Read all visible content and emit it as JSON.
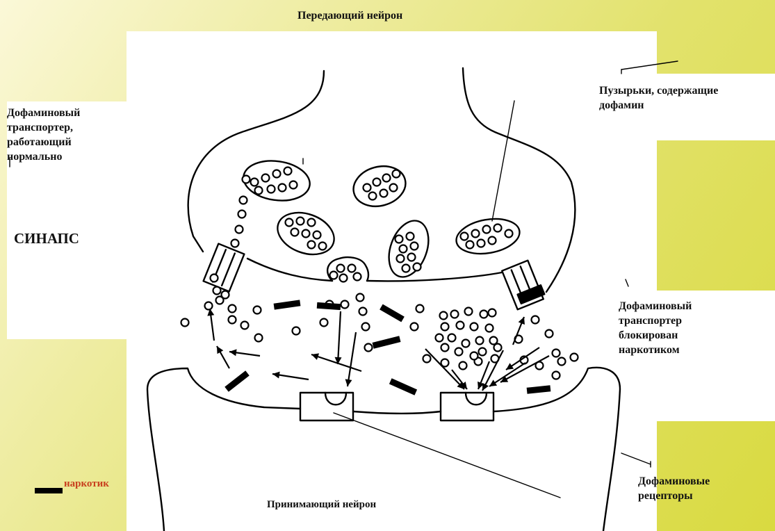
{
  "title": "Передающий нейрон",
  "bottom_title": "Принимающий нейрон",
  "synapse_label": "СИНАПС",
  "legend": {
    "drug_label": "наркотик",
    "drug_color": "#000000",
    "drug_label_color": "#c8401e"
  },
  "labels": {
    "vesicles": [
      "Пузырьки, содержащие",
      "дофамин"
    ],
    "transporter_normal": [
      "Дофаминовый",
      "транспортер,",
      "работающий",
      "нормально"
    ],
    "transporter_blocked": [
      "Дофаминовый",
      "транспортер",
      "блокирован",
      "наркотиком"
    ],
    "receptors": [
      "Дофаминовые",
      "рецепторы"
    ]
  },
  "colors": {
    "background_light": "#fbf8d8",
    "background_dark": "#d9da40",
    "panel": "#ffffff",
    "ink": "#000000"
  }
}
